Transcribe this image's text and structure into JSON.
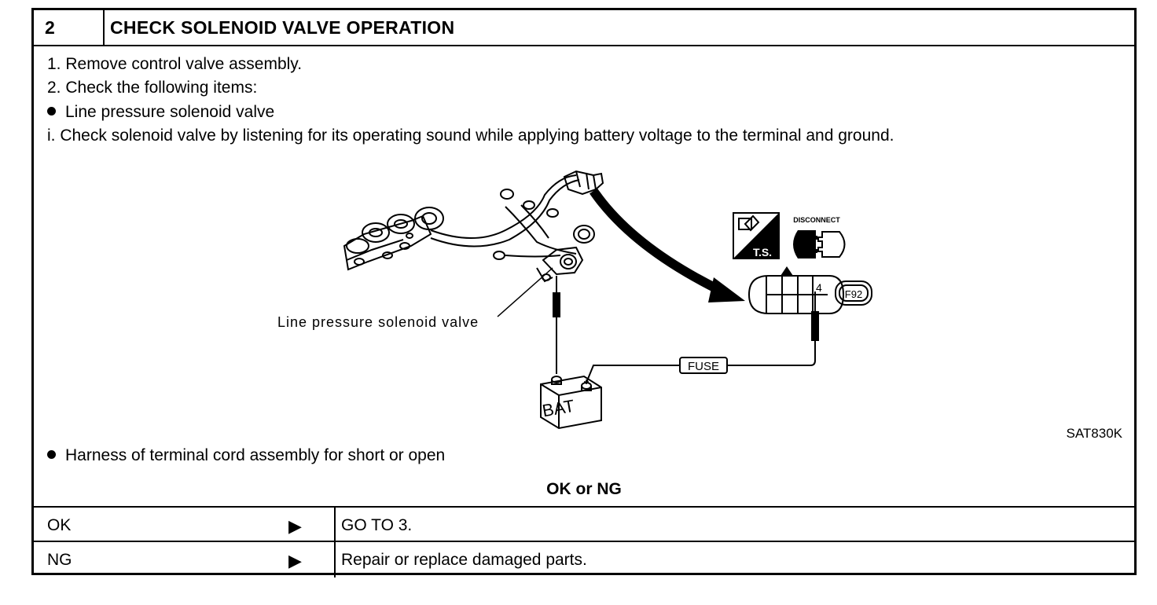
{
  "step": {
    "number": "2",
    "title": "CHECK SOLENOID VALVE OPERATION"
  },
  "instructions": [
    "1.  Remove control valve assembly.",
    "2.  Check the following items:",
    "Line pressure solenoid valve",
    "i.  Check solenoid valve by listening for its operating sound while applying battery voltage to the terminal and ground."
  ],
  "figure": {
    "component_label": "Line pressure solenoid valve",
    "battery_label": "BAT",
    "fuse_label": "FUSE",
    "connector_pin": "4",
    "connector_id": "F92",
    "disconnect_label": "DISCONNECT",
    "ts_label": "T.S.",
    "figure_code": "SAT830K"
  },
  "extra_item": "Harness of terminal cord assembly for short or open",
  "result_header": "OK or NG",
  "results": [
    {
      "status": "OK",
      "arrow": "▶",
      "action": "GO TO 3."
    },
    {
      "status": "NG",
      "arrow": "▶",
      "action": "Repair or replace damaged parts."
    }
  ]
}
